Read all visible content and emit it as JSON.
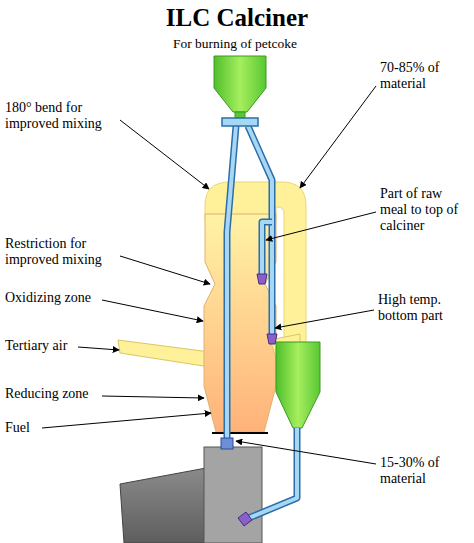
{
  "diagram": {
    "title": "ILC Calciner",
    "labels": [
      "For burning of petcoke",
      "180° bend for improved mixing",
      "70-85% of material",
      "Part of raw meal to top of calciner",
      "Restriction for improved mixing",
      "Oxidizing zone",
      "High temp. bottom part",
      "Tertiary air",
      "Reducing zone",
      "Fuel",
      "15-30% of material"
    ]
  }
}
